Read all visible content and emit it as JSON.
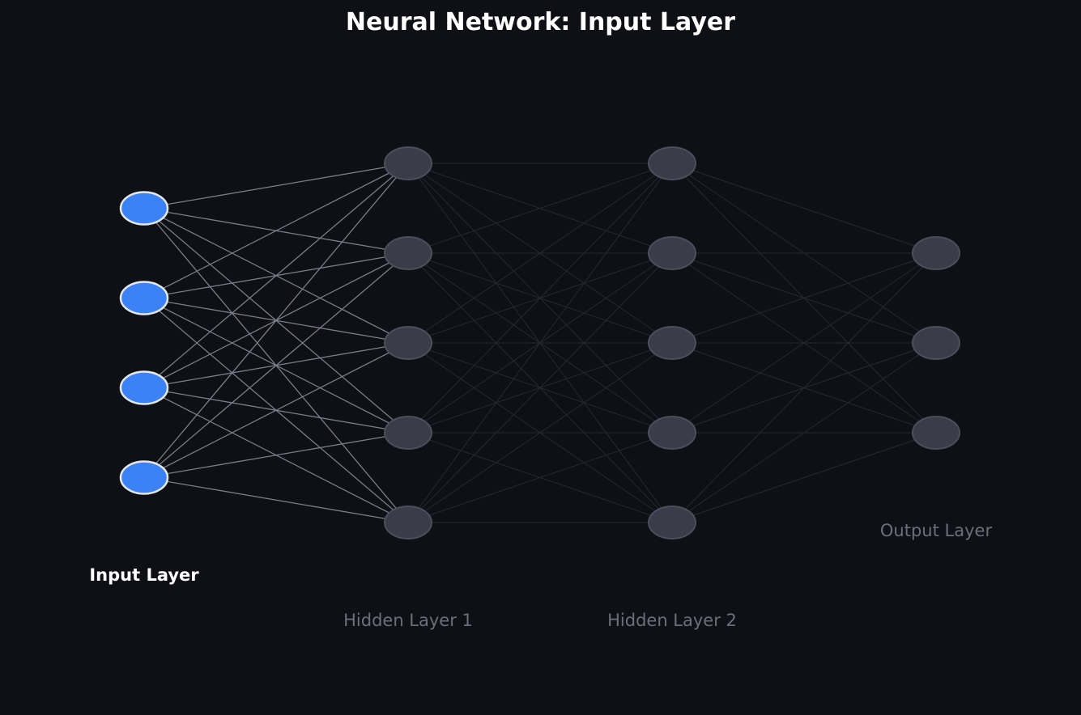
{
  "title": "Neural Network: Input Layer",
  "colors": {
    "background": "#0f1015",
    "active_node_fill": "#3b82f6",
    "active_node_stroke": "#e5e7eb",
    "inactive_node_fill": "#3a3d47",
    "inactive_node_stroke": "#4b4f5c",
    "active_edge": "#7b7e8a",
    "inactive_edge": "#262833",
    "active_label": "#ffffff",
    "inactive_label": "#6b6f7c",
    "title": "#ffffff"
  },
  "active_layer": 0,
  "layers": [
    {
      "name": "Input Layer",
      "nodes": 4
    },
    {
      "name": "Hidden Layer 1",
      "nodes": 5
    },
    {
      "name": "Hidden Layer 2",
      "nodes": 5
    },
    {
      "name": "Output Layer",
      "nodes": 3
    }
  ]
}
